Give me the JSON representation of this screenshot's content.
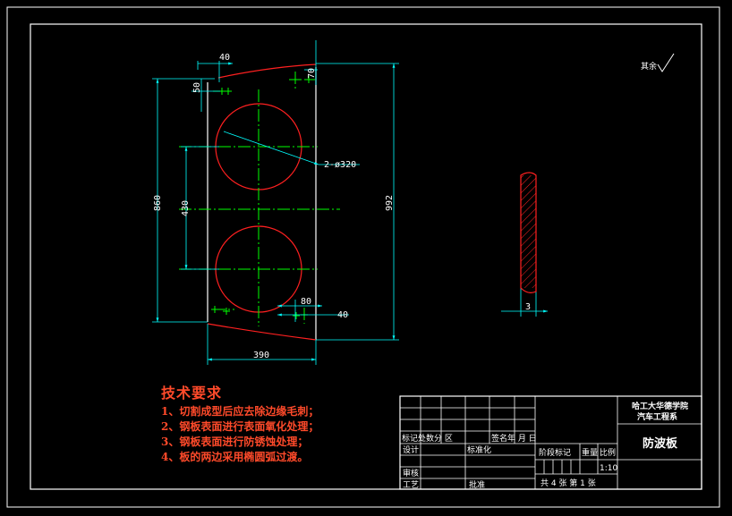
{
  "drawing": {
    "dimensions": {
      "d40_top": "40",
      "d50": "50",
      "d70": "70",
      "hole_callout": "2-ø320",
      "d860": "860",
      "d430": "430",
      "d992": "992",
      "d80": "80",
      "d40_bottom": "40",
      "d390": "390",
      "d3": "3"
    },
    "roughness_note": "其余"
  },
  "tech_requirements": {
    "title": "技术要求",
    "items": [
      "1、切割成型后应去除边缘毛刺；",
      "2、钢板表面进行表面氧化处理；",
      "3、钢板表面进行防锈蚀处理；",
      "4、板的两边采用椭圆弧过渡。"
    ]
  },
  "title_block": {
    "school_line1": "哈工大华德学院",
    "school_line2": "汽车工程系",
    "part_name": "防波板",
    "rev_header": "标记处数分 区",
    "rev_header2": "签名年 月 日",
    "design": "设计",
    "standardize": "标准化",
    "stage_mark": "阶段标记",
    "weight": "重量",
    "scale_label": "比例",
    "scale": "1:10",
    "review": "审核",
    "process": "工艺",
    "approve": "批准",
    "sheets": "共 4 张 第 1 张"
  },
  "colors": {
    "background": "#000000",
    "outline": "#ffffff",
    "dimension": "#00ffff",
    "centerline": "#00ff00",
    "contour": "#ff2020",
    "text_red": "#ff4a2a"
  }
}
